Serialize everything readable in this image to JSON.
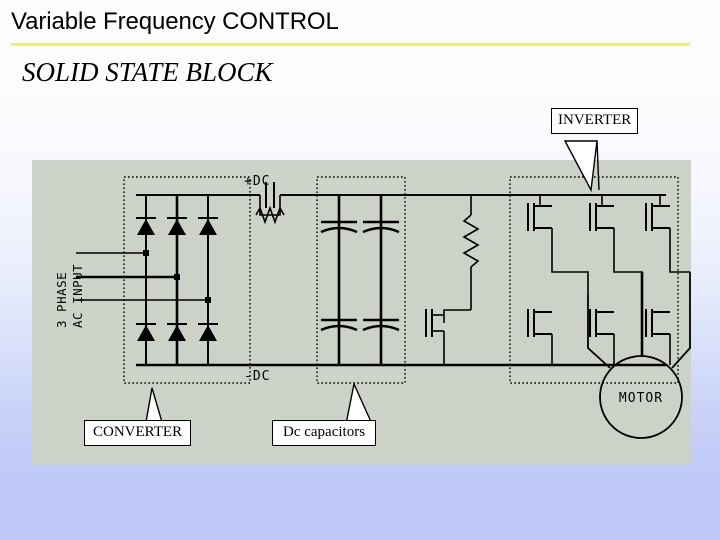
{
  "slide": {
    "title": "Variable Frequency CONTROL",
    "subtitle": "SOLID STATE BLOCK",
    "rule_color": "#f0ec80",
    "background_top_color": "#fdfdff",
    "background_bottom_color": "#bdc8f8",
    "panel_color": "#ccd2c8"
  },
  "diagram": {
    "type": "schematic",
    "description": "Variable frequency drive power circuit: three-phase diode bridge converter, DC link capacitors with braking chopper, and IGBT inverter feeding a motor",
    "labels": {
      "ac_input": "3 PHASE AC INPUT",
      "dc_positive": "+DC",
      "dc_negative": "-DC",
      "motor": "MOTOR"
    },
    "blocks": [
      {
        "name": "converter",
        "callout_label": "CONVERTER",
        "devices": "6 diodes (3-phase full bridge rectifier)"
      },
      {
        "name": "dc-capacitors",
        "callout_label": "Dc capacitors",
        "devices": "4 polarized capacitors in two series pairs"
      },
      {
        "name": "inverter",
        "callout_label": "INVERTER",
        "devices": "6 IGBT transistors in three half-bridge legs"
      },
      {
        "name": "braking-chopper",
        "devices": "braking resistor in series with IGBT"
      },
      {
        "name": "snubber",
        "devices": "capacitor with parallel resistor on +DC rail"
      }
    ]
  }
}
